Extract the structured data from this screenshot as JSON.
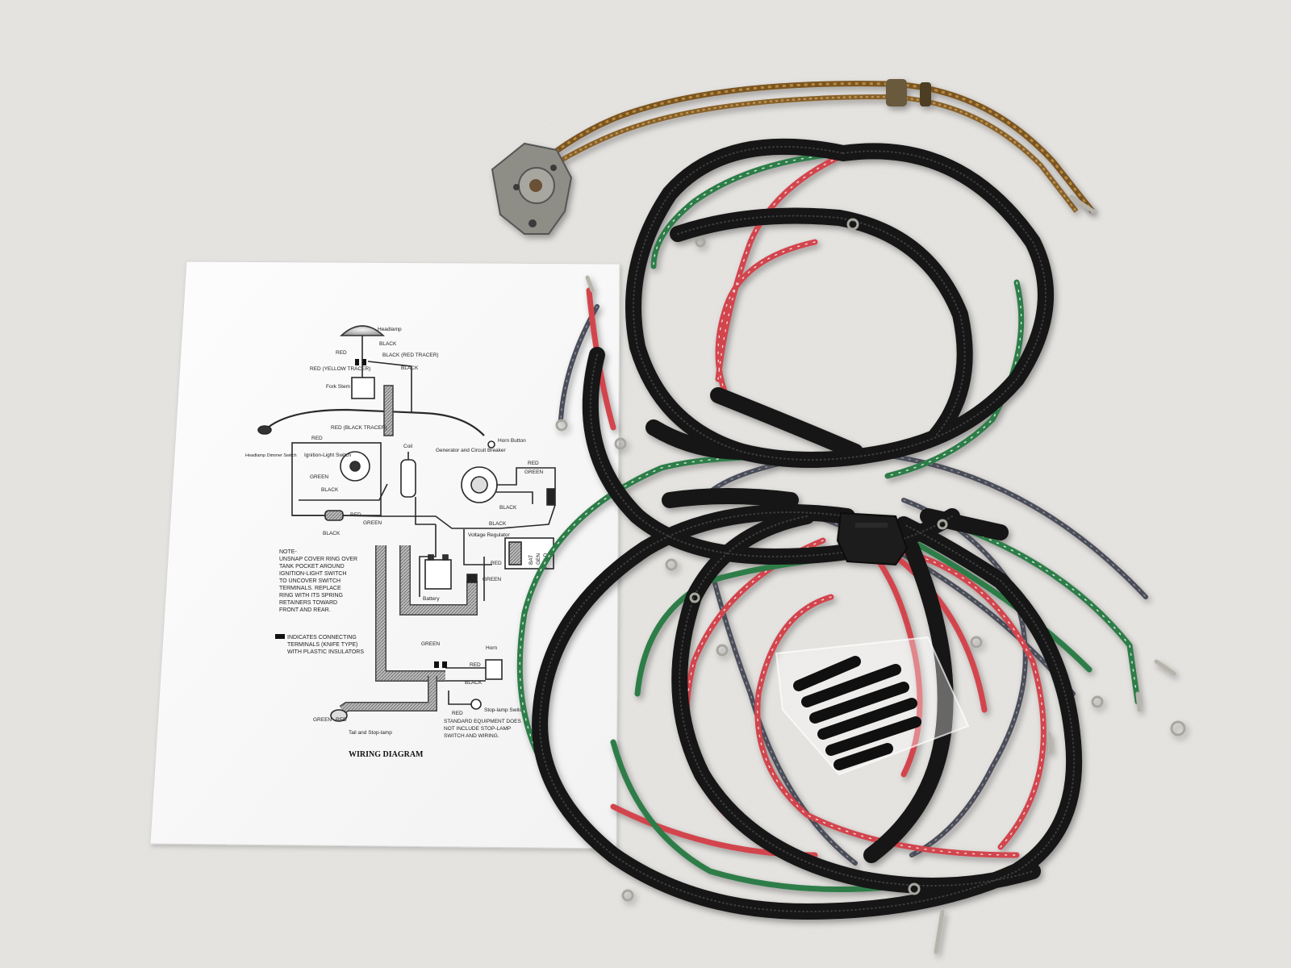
{
  "diagram_sheet": {
    "title": "WIRING DIAGRAM",
    "labels": {
      "headlamp": "Headlamp",
      "black_1": "BLACK",
      "red_1": "RED",
      "black_red_tracer": "BLACK (RED TRACER)",
      "red_yellow_tracer": "RED (YELLOW TRACER)",
      "black_2": "BLACK",
      "fork_stem": "Fork Stem",
      "red_black_tracer": "RED (BLACK TRACER)",
      "horn_button": "Horn Button",
      "headlamp_dimmer": "Headlamp Dimmer Switch",
      "red_2": "RED",
      "ignition_light_switch": "Ignition-Light Switch",
      "coil": "Coil",
      "generator": "Generator and Circuit Breaker",
      "green_1": "GREEN",
      "red_3": "RED",
      "green_2": "GREEN",
      "black_3": "BLACK",
      "black_4": "BLACK",
      "red_4": "RED",
      "green_3": "GREEN",
      "black_5": "BLACK",
      "black_6": "BLACK",
      "voltage_regulator": "Voltage Regulator",
      "red_5": "RED",
      "bat": "BAT",
      "gen": "GEN",
      "field": "FIELD",
      "note": [
        "NOTE-",
        "UNSNAP COVER RING OVER",
        "TANK POCKET AROUND",
        "IGNITION-LIGHT SWITCH",
        "TO UNCOVER SWITCH",
        "TERMINALS. REPLACE",
        "RING WITH ITS SPRING",
        "RETAINERS TOWARD",
        "FRONT AND REAR."
      ],
      "battery": "Battery",
      "green_4": "GREEN",
      "legend": [
        "INDICATES CONNECTING",
        "TERMINALS (KNIFE TYPE)",
        "WITH PLASTIC INSULATORS"
      ],
      "horn": "Horn",
      "red_6": "RED",
      "black_7": "BLACK",
      "green_5": "GREEN",
      "red_7": "RED",
      "stop_lamp_switch": "Stop-lamp Switch",
      "green_6": "GREEN",
      "red_8": "RED",
      "tail_stop_lamp": "Tail and Stop-lamp",
      "std_equipment": [
        "STANDARD EQUIPMENT DOES",
        "NOT INCLUDE STOP-LAMP",
        "SWITCH AND WIRING."
      ]
    }
  },
  "colors": {
    "table_surface": "#e9e7e4",
    "paper": "#fbfbfb",
    "loom_black": "#161616",
    "wire_red": "#d2454e",
    "wire_green": "#2f7d49",
    "wire_gray": "#4c4f58",
    "old_wire_brown": "#8a6226",
    "metal": "#a7a69f"
  }
}
